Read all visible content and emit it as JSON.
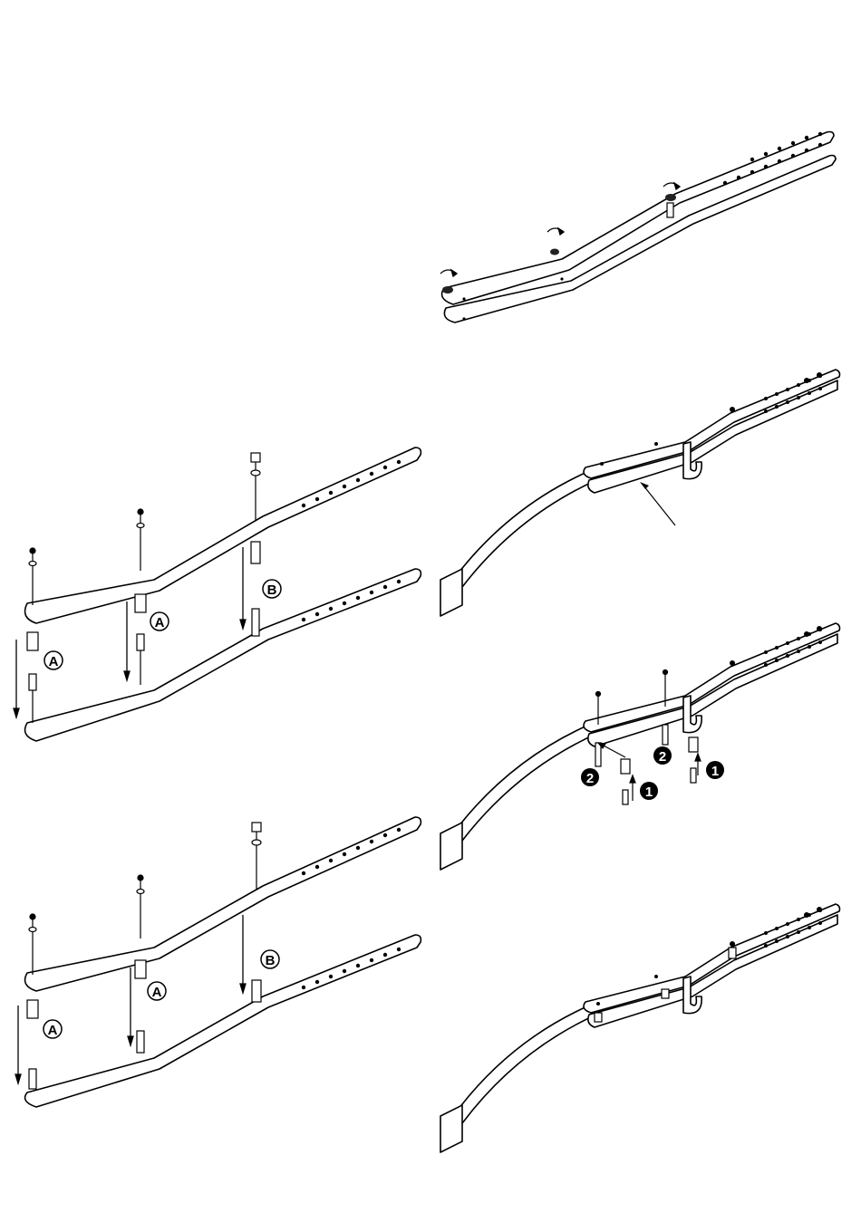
{
  "figures": {
    "fig1": {
      "step": "tighten-fasteners"
    },
    "fig2": {
      "labels": [
        "A",
        "A",
        "B"
      ]
    },
    "fig3": {
      "labels": [
        "A",
        "A",
        "B"
      ]
    },
    "fig4": {
      "step": "mounted-bracket"
    },
    "fig5": {
      "labels": [
        "2",
        "2",
        "1",
        "1"
      ]
    },
    "fig6": {
      "step": "assembled"
    }
  },
  "labels": {
    "a": "A",
    "b": "B",
    "one": "1",
    "two": "2"
  }
}
